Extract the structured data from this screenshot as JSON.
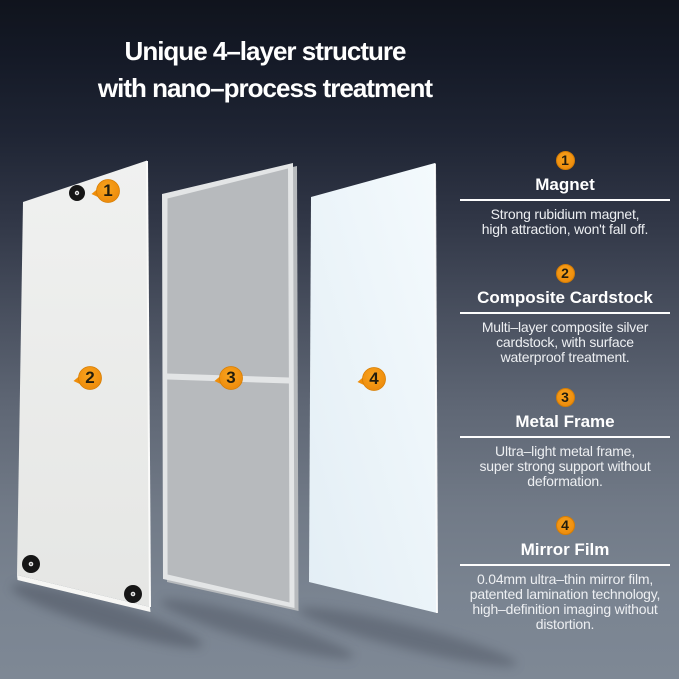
{
  "title": {
    "line1": "Unique 4–layer structure",
    "line2": "with nano–process treatment"
  },
  "diagram": {
    "callouts": [
      {
        "number": "1",
        "layer": "Magnet"
      },
      {
        "number": "2",
        "layer": "Composite Cardstock"
      },
      {
        "number": "3",
        "layer": "Metal Frame"
      },
      {
        "number": "4",
        "layer": "Mirror Film"
      }
    ]
  },
  "sections": [
    {
      "number": "1",
      "heading": "Magnet",
      "lines": [
        "Strong rubidium magnet,",
        "high attraction, won't fall off."
      ]
    },
    {
      "number": "2",
      "heading": "Composite Cardstock",
      "lines": [
        "Multi–layer composite silver",
        "cardstock, with surface",
        "waterproof treatment."
      ]
    },
    {
      "number": "3",
      "heading": "Metal Frame",
      "lines": [
        "Ultra–light metal frame,",
        "super strong support without",
        "deformation."
      ]
    },
    {
      "number": "4",
      "heading": "Mirror Film",
      "lines": [
        "0.04mm ultra–thin mirror film,",
        "patented lamination technology,",
        "high–definition imaging without",
        "distortion."
      ]
    }
  ],
  "colors": {
    "background_top": "#11151E",
    "background_bottom": "#7E8895",
    "accent_orange": "#F09110",
    "title_text": "#FFFFFF",
    "body_text": "#EDEFF2",
    "cardstock_panel": "#ECEDEB",
    "mirror_film_panel": "#EEF6FB",
    "frame_silver": "#E3E5E6",
    "magnet_black": "#141414"
  }
}
